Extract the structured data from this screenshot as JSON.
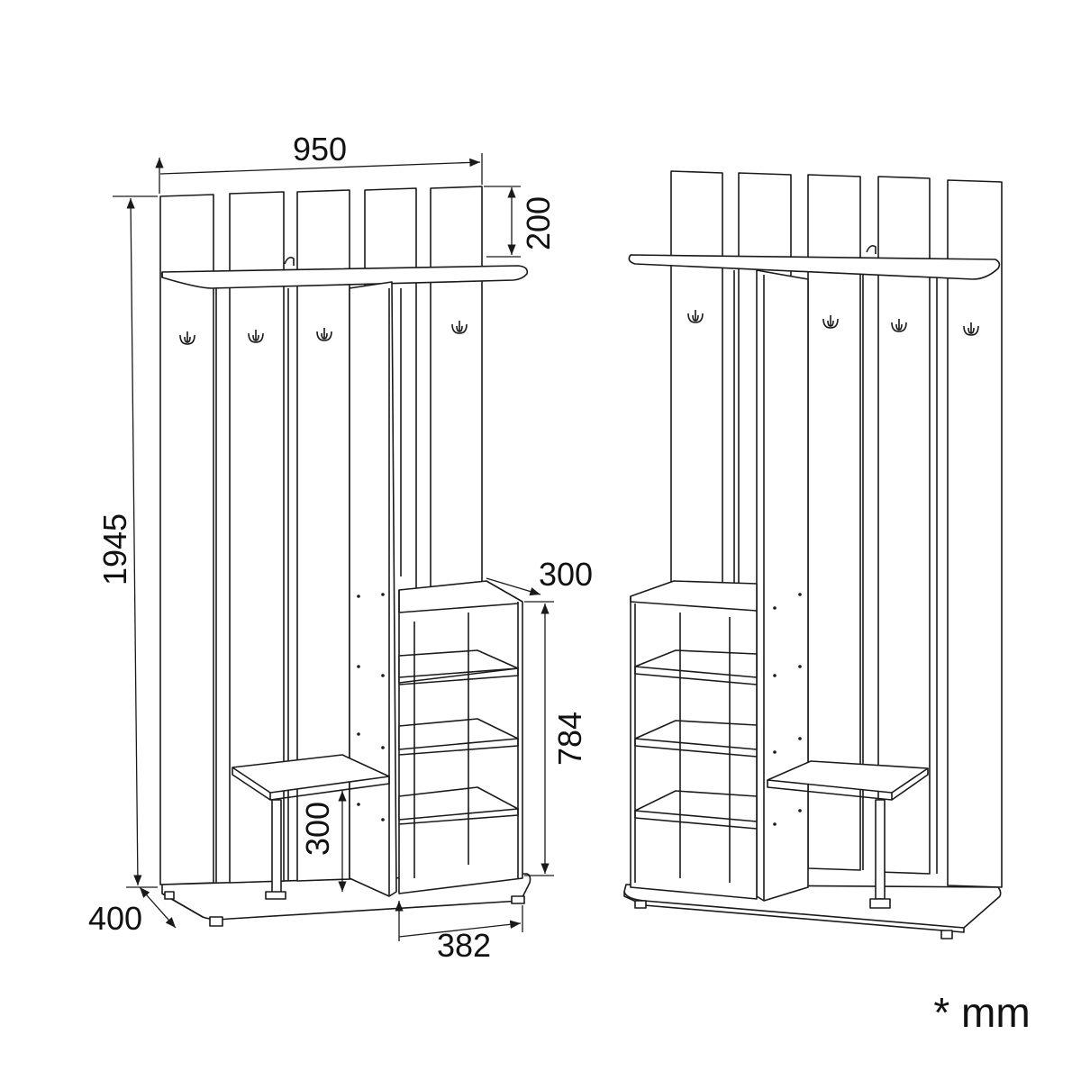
{
  "title": "Hallway wardrobe dimension drawing",
  "dimensions": {
    "width": "950",
    "top_panel_height": "200",
    "total_height": "1945",
    "shoe_rack_depth": "300",
    "shoe_rack_height": "784",
    "bench_height": "300",
    "depth": "400",
    "shoe_rack_width": "382"
  },
  "unit_note": "* mm",
  "colors": {
    "line": "#1a1a1a",
    "background": "#ffffff"
  }
}
